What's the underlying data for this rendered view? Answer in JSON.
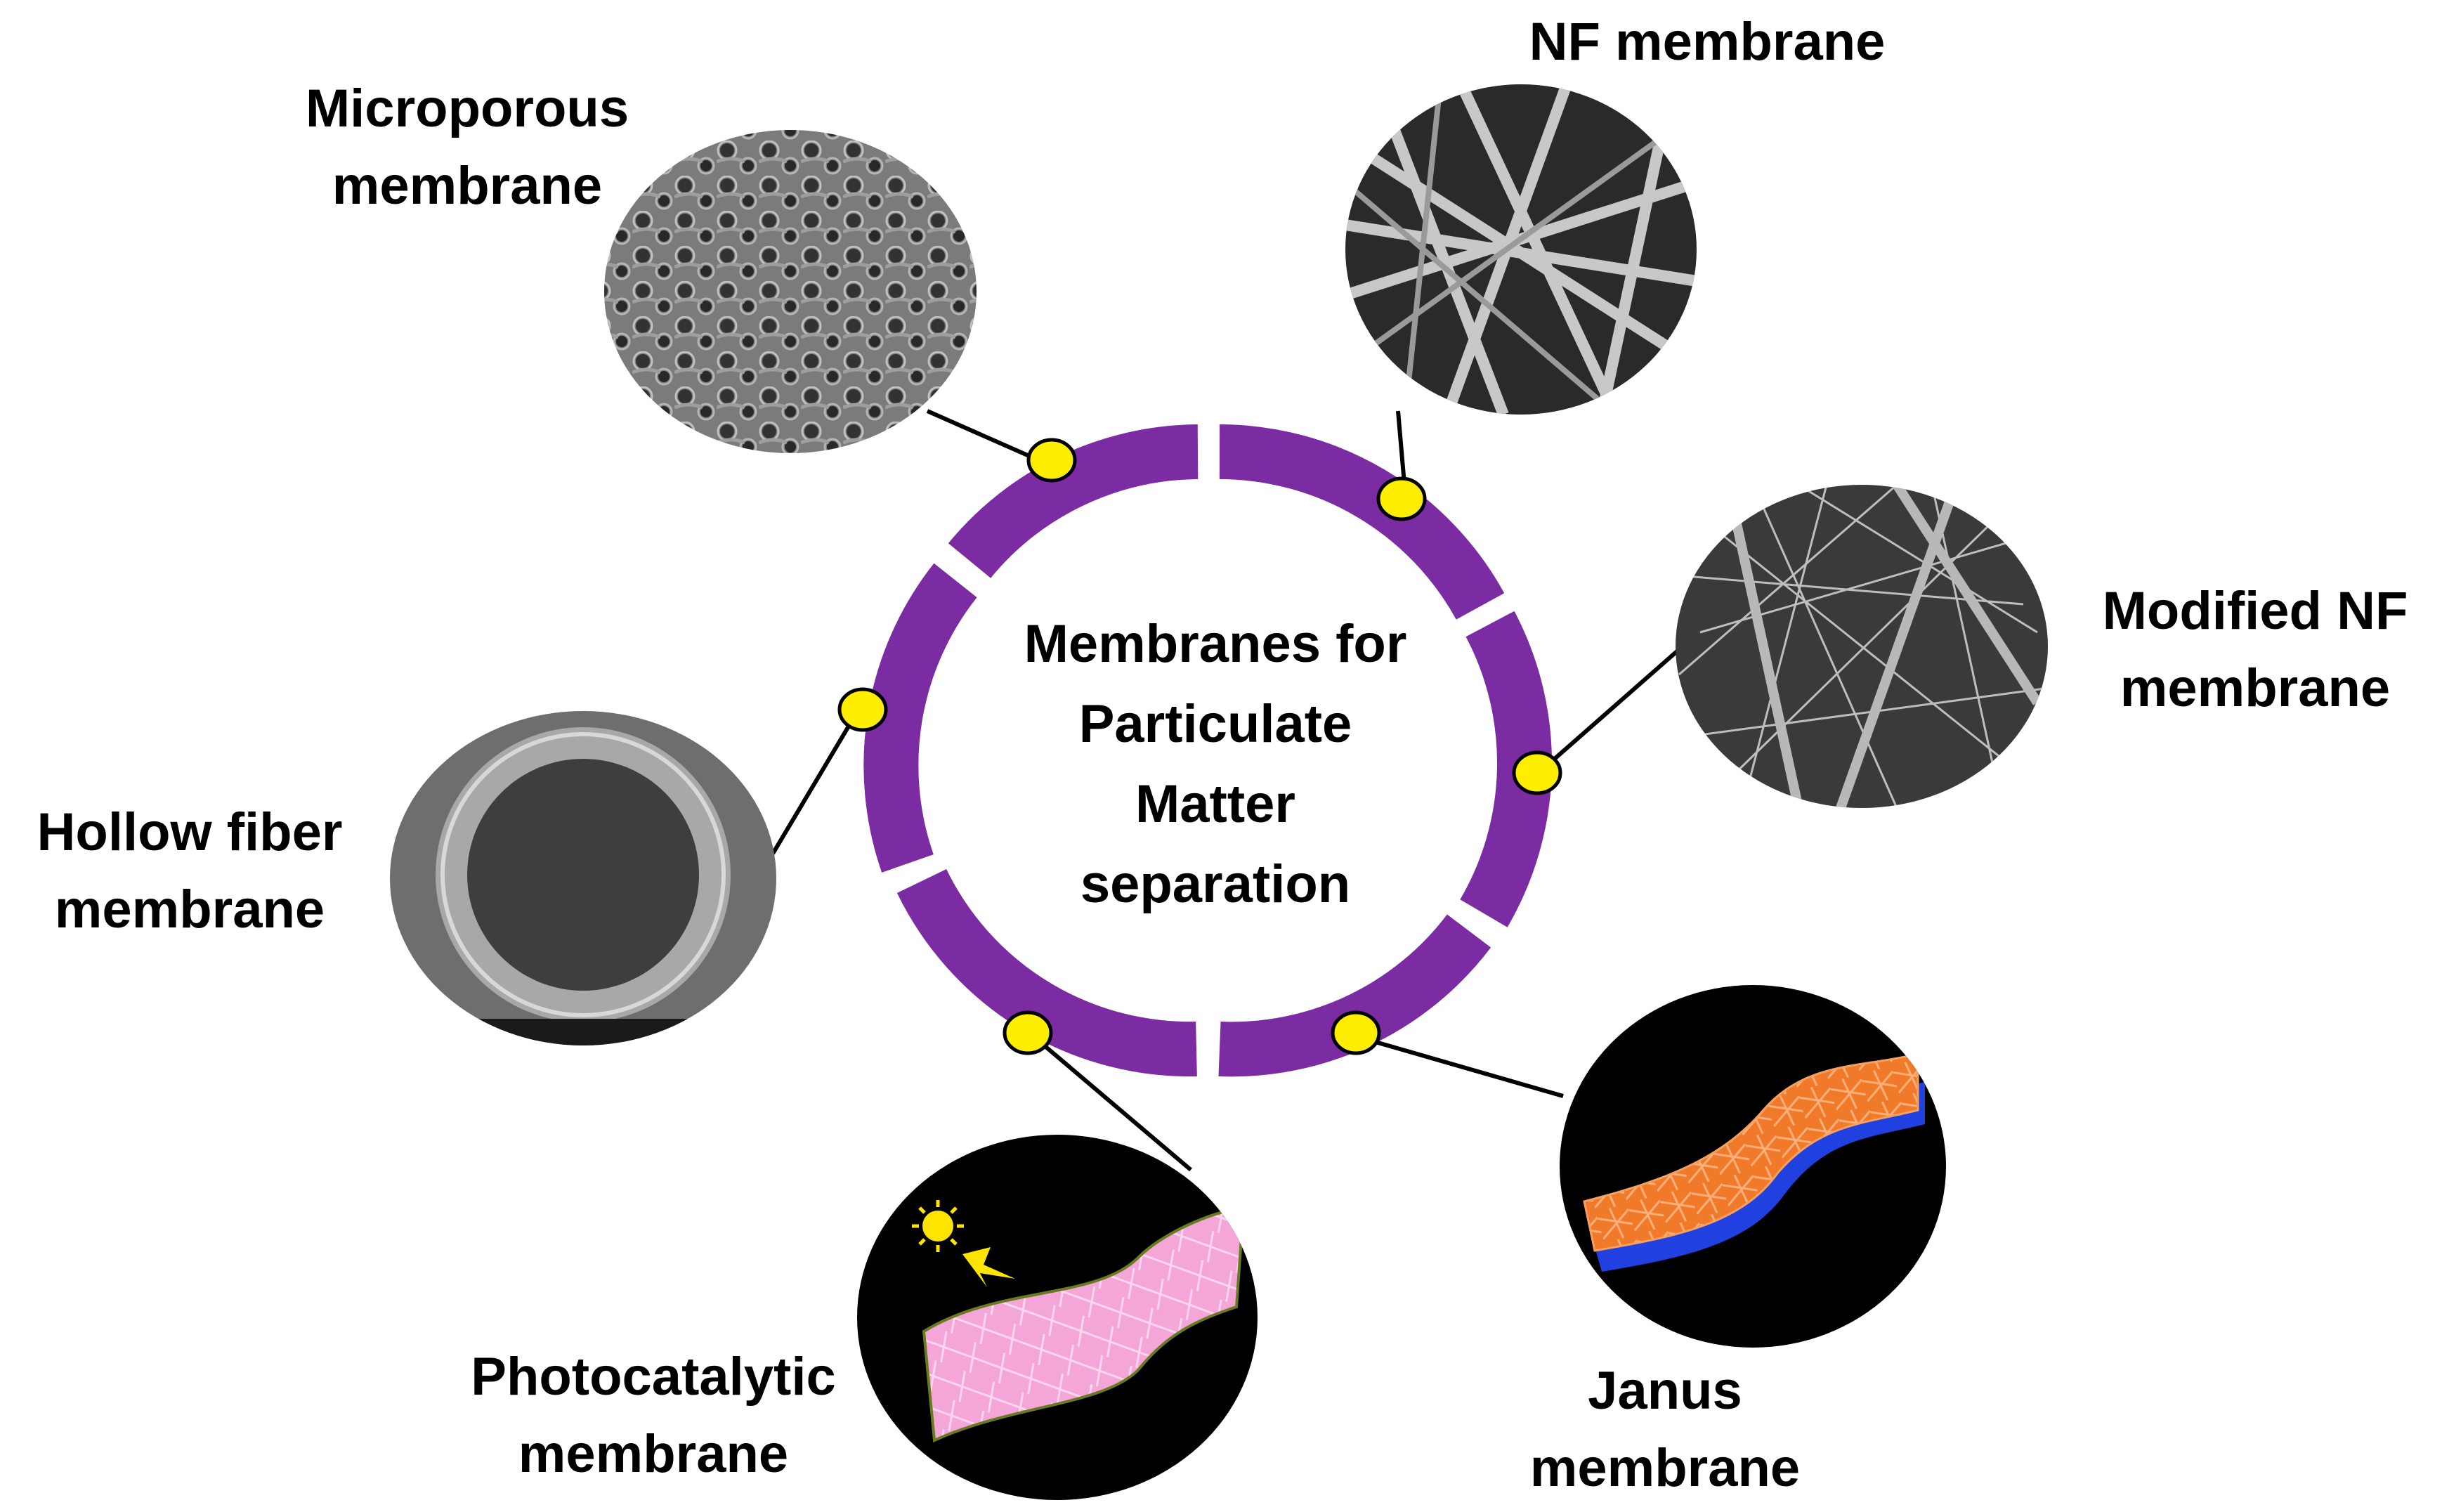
{
  "center": {
    "line1": "Membranes for",
    "line2": "Particulate",
    "line3": "Matter",
    "line4": "separation"
  },
  "nodes": [
    {
      "id": "microporous",
      "line1": "Microporous",
      "line2": "membrane"
    },
    {
      "id": "nf",
      "line1": "NF membrane",
      "line2": ""
    },
    {
      "id": "modified-nf",
      "line1": "Modified NF",
      "line2": "membrane"
    },
    {
      "id": "hollow-fiber",
      "line1": "Hollow fiber",
      "line2": "membrane"
    },
    {
      "id": "photocatalytic",
      "line1": "Photocatalytic",
      "line2": "membrane"
    },
    {
      "id": "janus",
      "line1": "Janus",
      "line2": "membrane"
    }
  ],
  "colors": {
    "ring": "#7b2ca3",
    "connector_dot": "#ffee00",
    "connector_dot_stroke": "#000000",
    "sem_gray": "#8a8a8a",
    "photocatalytic_sheet": "#f0a0d8",
    "janus_top": "#f07828",
    "janus_bottom": "#2040e0",
    "sun": "#ffe400"
  }
}
